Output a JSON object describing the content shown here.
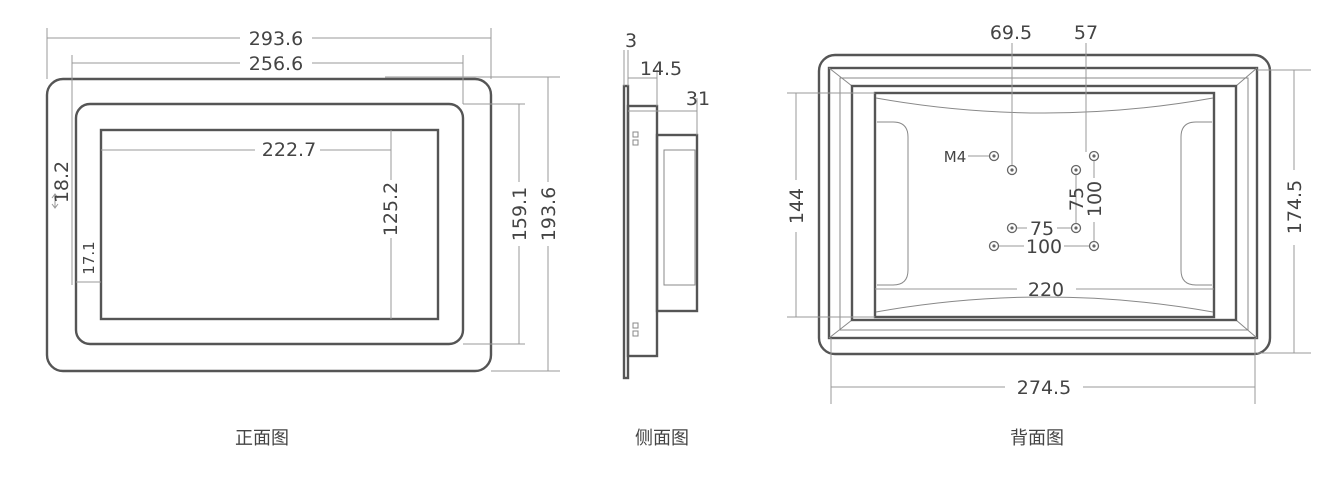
{
  "front_view": {
    "caption": "正面图",
    "dims": {
      "overall_width": "293.6",
      "bezel_width": "256.6",
      "screen_width": "222.7",
      "screen_height": "125.2",
      "bezel_height": "159.1",
      "overall_height": "193.6",
      "top_margin": "18.2",
      "side_margin": "17.1"
    }
  },
  "side_view": {
    "caption": "侧面图",
    "dims": {
      "panel_thickness": "3",
      "body_depth": "14.5",
      "total_depth": "31"
    }
  },
  "back_view": {
    "caption": "背面图",
    "dims": {
      "hole_offset_1": "69.5",
      "hole_offset_2": "57",
      "thread": "M4",
      "vesa_small_v": "75",
      "vesa_large_v": "100",
      "vesa_small_h": "75",
      "vesa_large_h": "100",
      "cutout_height": "144",
      "cutout_width": "220",
      "overall_width": "274.5",
      "overall_height": "174.5"
    }
  }
}
